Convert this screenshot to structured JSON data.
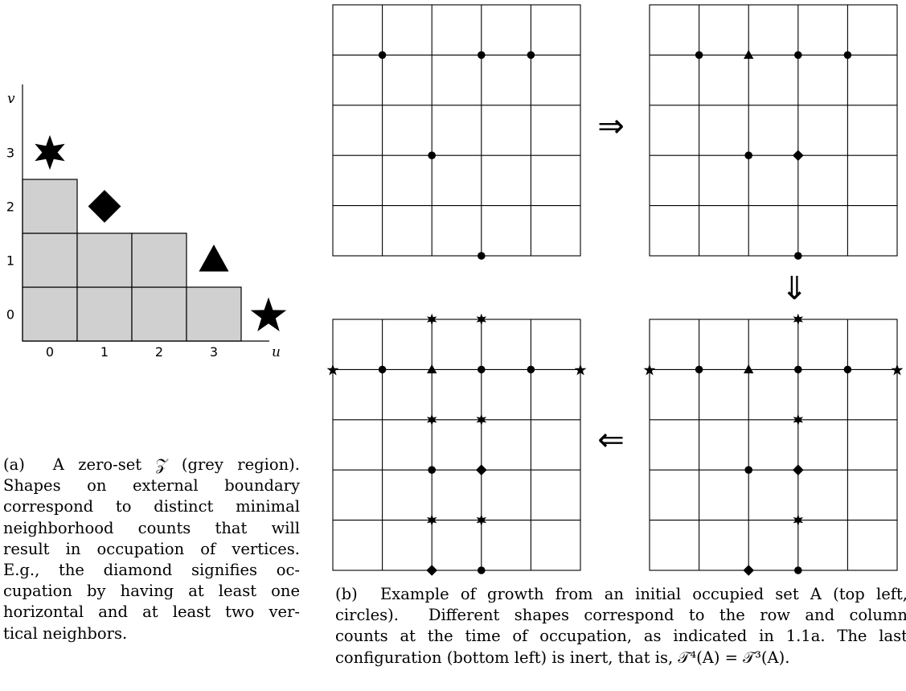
{
  "panel_a": {
    "axis_u_label": "u",
    "axis_v_label": "v",
    "u_ticks": [
      "0",
      "1",
      "2",
      "3"
    ],
    "v_ticks": [
      "0",
      "1",
      "2",
      "3"
    ],
    "zero_set_columns": [
      3,
      2,
      2,
      1
    ],
    "boundary_shapes": [
      {
        "u": 0,
        "v": 3,
        "shape": "star6"
      },
      {
        "u": 1,
        "v": 2,
        "shape": "diamond"
      },
      {
        "u": 3,
        "v": 1,
        "shape": "triangle"
      },
      {
        "u": 4,
        "v": 0,
        "shape": "star5"
      }
    ],
    "colors": {
      "zero_set_fill": "#d0d0d0"
    },
    "caption_lines": [
      "(a)  A zero-set 𝒵 (grey region).",
      "Shapes on external boundary",
      "correspond to distinct minimal",
      "neighborhood counts that will",
      "result in occupation of vertices.",
      "E.g., the diamond signifies oc-",
      "cupation by having at least one",
      "horizontal and at least two ver-",
      "tical neighbors."
    ]
  },
  "panel_b": {
    "grids": [
      {
        "position": "top-left",
        "markers": [
          {
            "c": 1,
            "r": 1,
            "shape": "circle"
          },
          {
            "c": 3,
            "r": 1,
            "shape": "circle"
          },
          {
            "c": 4,
            "r": 1,
            "shape": "circle"
          },
          {
            "c": 2,
            "r": 3,
            "shape": "circle"
          },
          {
            "c": 3,
            "r": 5,
            "shape": "circle"
          }
        ]
      },
      {
        "position": "top-right",
        "markers": [
          {
            "c": 1,
            "r": 1,
            "shape": "circle"
          },
          {
            "c": 2,
            "r": 1,
            "shape": "triangle"
          },
          {
            "c": 3,
            "r": 1,
            "shape": "circle"
          },
          {
            "c": 4,
            "r": 1,
            "shape": "circle"
          },
          {
            "c": 2,
            "r": 3,
            "shape": "circle"
          },
          {
            "c": 3,
            "r": 3,
            "shape": "diamond"
          },
          {
            "c": 3,
            "r": 5,
            "shape": "circle"
          }
        ]
      },
      {
        "position": "bottom-right",
        "markers": [
          {
            "c": 3,
            "r": 0,
            "shape": "star6"
          },
          {
            "c": 0,
            "r": 1,
            "shape": "star5"
          },
          {
            "c": 1,
            "r": 1,
            "shape": "circle"
          },
          {
            "c": 2,
            "r": 1,
            "shape": "triangle"
          },
          {
            "c": 3,
            "r": 1,
            "shape": "circle"
          },
          {
            "c": 4,
            "r": 1,
            "shape": "circle"
          },
          {
            "c": 5,
            "r": 1,
            "shape": "star5"
          },
          {
            "c": 3,
            "r": 2,
            "shape": "star6"
          },
          {
            "c": 2,
            "r": 3,
            "shape": "circle"
          },
          {
            "c": 3,
            "r": 3,
            "shape": "diamond"
          },
          {
            "c": 3,
            "r": 4,
            "shape": "star6"
          },
          {
            "c": 2,
            "r": 5,
            "shape": "diamond"
          },
          {
            "c": 3,
            "r": 5,
            "shape": "circle"
          }
        ]
      },
      {
        "position": "bottom-left",
        "markers": [
          {
            "c": 2,
            "r": 0,
            "shape": "star6"
          },
          {
            "c": 3,
            "r": 0,
            "shape": "star6"
          },
          {
            "c": 0,
            "r": 1,
            "shape": "star5"
          },
          {
            "c": 1,
            "r": 1,
            "shape": "circle"
          },
          {
            "c": 2,
            "r": 1,
            "shape": "triangle"
          },
          {
            "c": 3,
            "r": 1,
            "shape": "circle"
          },
          {
            "c": 4,
            "r": 1,
            "shape": "circle"
          },
          {
            "c": 5,
            "r": 1,
            "shape": "star5"
          },
          {
            "c": 2,
            "r": 2,
            "shape": "star6"
          },
          {
            "c": 3,
            "r": 2,
            "shape": "star6"
          },
          {
            "c": 2,
            "r": 3,
            "shape": "circle"
          },
          {
            "c": 3,
            "r": 3,
            "shape": "diamond"
          },
          {
            "c": 2,
            "r": 4,
            "shape": "star6"
          },
          {
            "c": 3,
            "r": 4,
            "shape": "star6"
          },
          {
            "c": 2,
            "r": 5,
            "shape": "diamond"
          },
          {
            "c": 3,
            "r": 5,
            "shape": "circle"
          }
        ]
      }
    ],
    "arrows": [
      {
        "glyph": "⇒",
        "between": "top-left to top-right"
      },
      {
        "glyph": "⇓",
        "between": "top-right to bottom-right"
      },
      {
        "glyph": "⇐",
        "between": "bottom-right to bottom-left"
      }
    ],
    "caption_lines": [
      "(b)  Example of growth from an initial occupied set A (top left,",
      "circles).  Different shapes correspond to the row and column",
      "counts at the time of occupation, as indicated in 1.1a. The last",
      "configuration (bottom left) is inert, that is, 𝒯⁴(A) = 𝒯³(A)."
    ]
  }
}
